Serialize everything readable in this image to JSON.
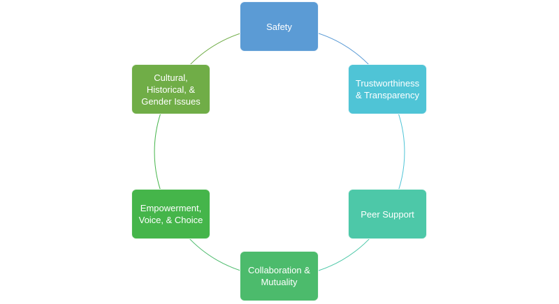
{
  "diagram": {
    "nodes": [
      {
        "label": "Safety",
        "color": "#5b9bd5"
      },
      {
        "label": "Trustworthiness\n& Transparency",
        "color": "#4fc4d6"
      },
      {
        "label": "Peer Support",
        "color": "#4dc8a8"
      },
      {
        "label": "Collaboration &\nMutuality",
        "color": "#4cbb6c"
      },
      {
        "label": "Empowerment,\nVoice, & Choice",
        "color": "#45b54a"
      },
      {
        "label": "Cultural,\nHistorical, &\nGender Issues",
        "color": "#70ad47"
      }
    ],
    "connector_colors": [
      "#5b9bd5",
      "#4fc4d6",
      "#4dc8a8",
      "#4cbb6c",
      "#45b54a",
      "#70ad47"
    ]
  }
}
